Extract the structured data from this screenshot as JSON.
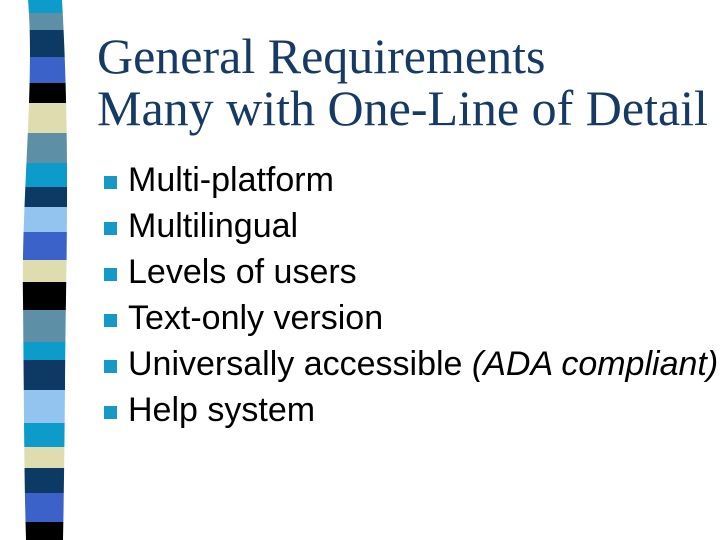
{
  "slide": {
    "background": "#ffffff",
    "title": {
      "line1": "General Requirements",
      "line2": "Many with One-Line of Detail",
      "color": "#163a64"
    },
    "bullets": {
      "marker_color": "#1699c7",
      "text_color": "#000000",
      "items": [
        {
          "text": "Multi-platform"
        },
        {
          "text": "Multilingual"
        },
        {
          "text": "Levels of users"
        },
        {
          "text": "Text-only version"
        },
        {
          "text": "Universally accessible ",
          "italic_suffix": "(ADA compliant)"
        },
        {
          "text": "Help system"
        }
      ]
    },
    "stripe_band": {
      "stripes": [
        {
          "color": "#0d9bc9",
          "height": 13
        },
        {
          "color": "#5d90a6",
          "height": 17
        },
        {
          "color": "#0c3a64",
          "height": 27
        },
        {
          "color": "#3a62c8",
          "height": 26
        },
        {
          "color": "#000000",
          "height": 20
        },
        {
          "color": "#dfdcb0",
          "height": 30
        },
        {
          "color": "#5d90a6",
          "height": 30
        },
        {
          "color": "#0d9bc9",
          "height": 24
        },
        {
          "color": "#0c3a64",
          "height": 20
        },
        {
          "color": "#93c4f0",
          "height": 25
        },
        {
          "color": "#3a62c8",
          "height": 28
        },
        {
          "color": "#dfdcb0",
          "height": 22
        },
        {
          "color": "#000000",
          "height": 28
        },
        {
          "color": "#5d90a6",
          "height": 32
        },
        {
          "color": "#0d9bc9",
          "height": 18
        },
        {
          "color": "#0c3a64",
          "height": 30
        },
        {
          "color": "#93c4f0",
          "height": 33
        },
        {
          "color": "#0d9bc9",
          "height": 24
        },
        {
          "color": "#dfdcb0",
          "height": 21
        },
        {
          "color": "#0c3a64",
          "height": 25
        },
        {
          "color": "#3a62c8",
          "height": 29
        },
        {
          "color": "#000000",
          "height": 18
        }
      ]
    }
  }
}
